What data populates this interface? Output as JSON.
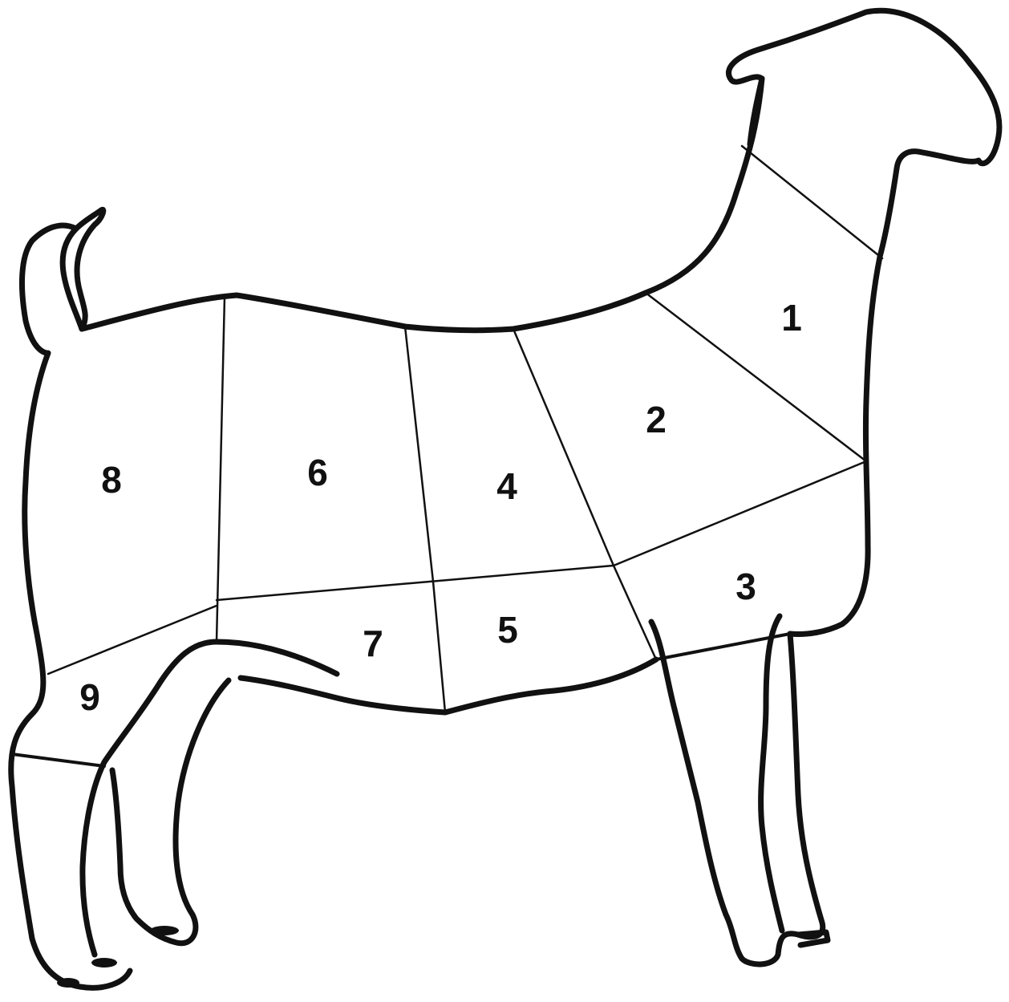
{
  "diagram": {
    "regions": [
      {
        "id": "1",
        "label": "1"
      },
      {
        "id": "2",
        "label": "2"
      },
      {
        "id": "3",
        "label": "3"
      },
      {
        "id": "4",
        "label": "4"
      },
      {
        "id": "5",
        "label": "5"
      },
      {
        "id": "6",
        "label": "6"
      },
      {
        "id": "7",
        "label": "7"
      },
      {
        "id": "8",
        "label": "8"
      },
      {
        "id": "9",
        "label": "9"
      }
    ],
    "colors": {
      "line": "#111111",
      "background": "#ffffff"
    }
  }
}
